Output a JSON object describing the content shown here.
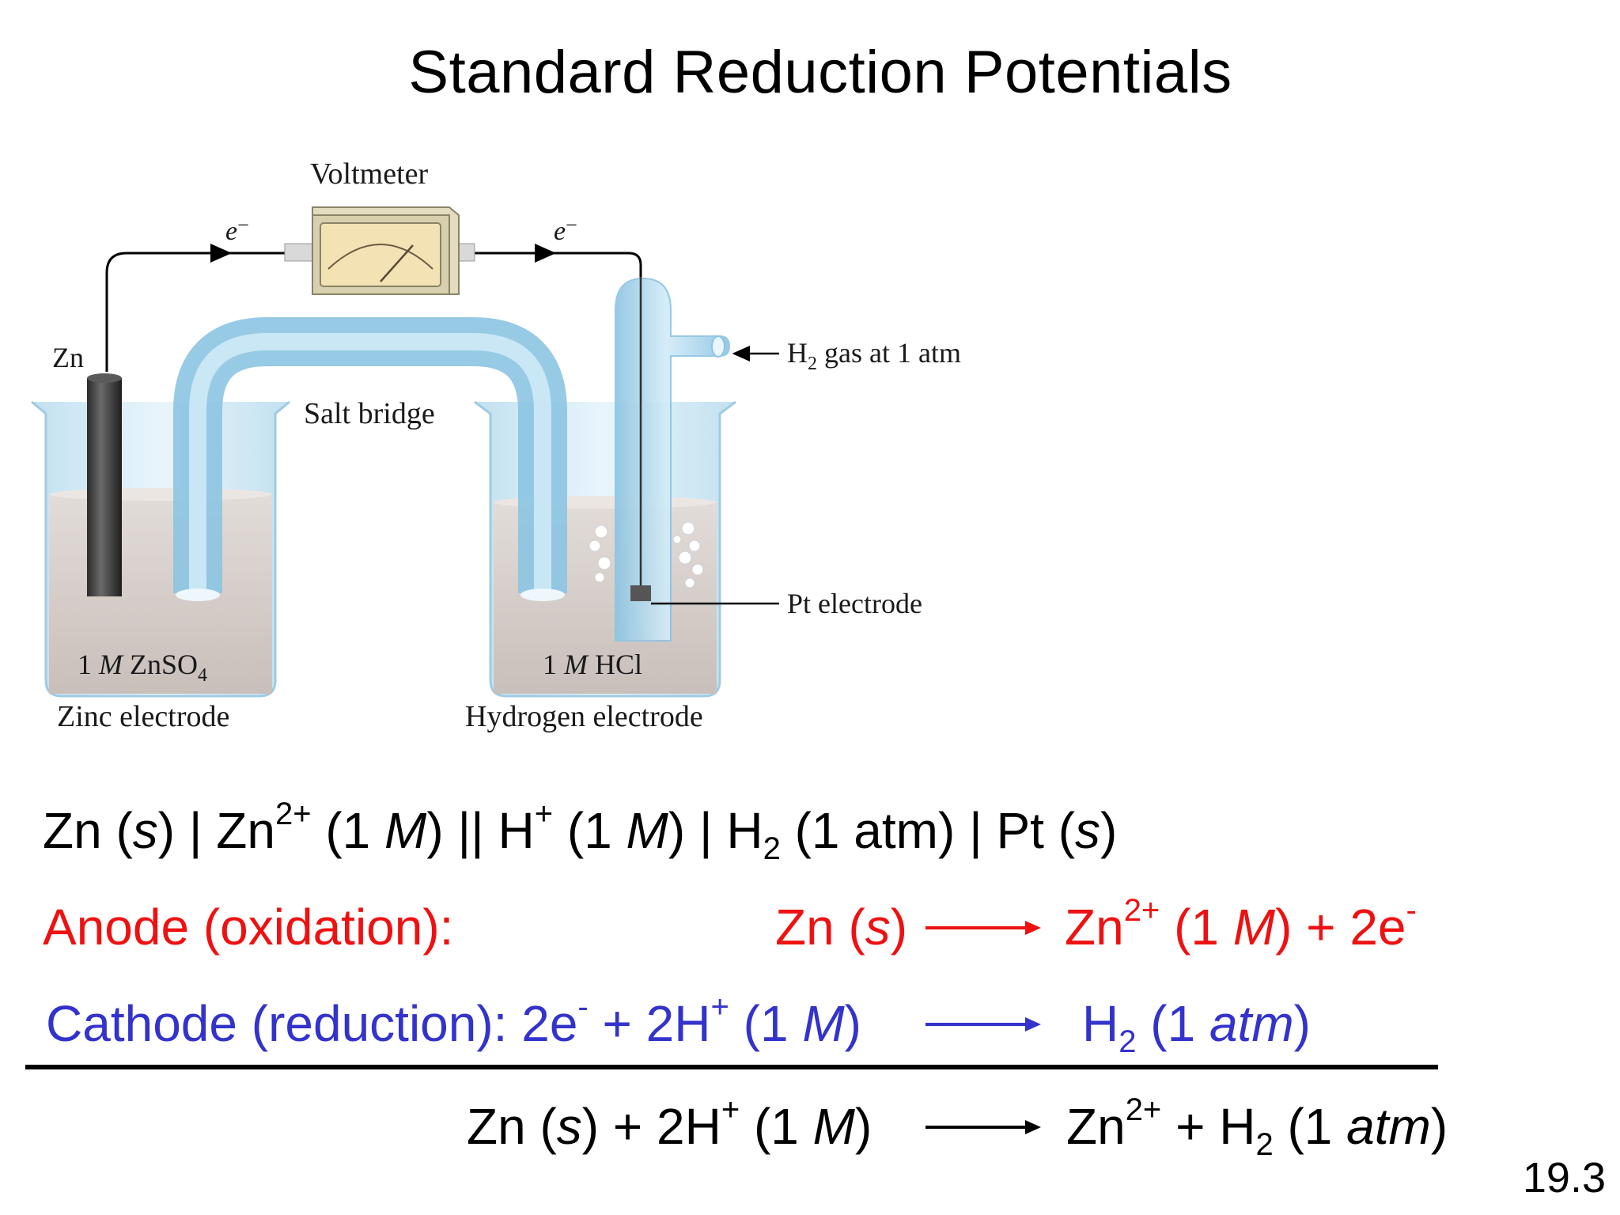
{
  "slide": {
    "title": "Standard Reduction Potentials",
    "page_number": "19.3"
  },
  "diagram": {
    "voltmeter": "Voltmeter",
    "electron": "e",
    "electron_sign": "−",
    "zn_label": "Zn",
    "h2_gas_label": "H",
    "h2_gas_sub": "2",
    "h2_gas_rest": " gas at 1 atm",
    "salt_bridge": "Salt bridge",
    "pt_electrode": "Pt electrode",
    "znso4_num": "1 ",
    "znso4_m": "M",
    "znso4_formula": " ZnSO",
    "znso4_sub": "4",
    "hcl_num": "1 ",
    "hcl_m": "M",
    "hcl_formula": " HCl",
    "zinc_electrode": "Zinc electrode",
    "hydrogen_electrode": "Hydrogen electrode"
  },
  "cell_notation": {
    "p1": "Zn (",
    "s1": "s",
    "p2": ") | Zn",
    "sup1": "2+",
    "p3": " (1 ",
    "m1": "M",
    "p4": ") || H",
    "sup2": "+",
    "p5": " (1 ",
    "m2": "M",
    "p6": ") | H",
    "sub1": "2",
    "p7": " (1 atm) | Pt (",
    "s2": "s",
    "p8": ")"
  },
  "anode": {
    "label": "Anode (oxidation):",
    "left_a": "Zn (",
    "left_s": "s",
    "left_b": ")",
    "right_a": "Zn",
    "right_sup": "2+",
    "right_b": " (1 ",
    "right_m": "M",
    "right_c": ") + 2e",
    "right_sup2": "-",
    "color": "#ee1111"
  },
  "cathode": {
    "label": "Cathode (reduction): 2e",
    "label_sup": "-",
    "left_b": " + 2H",
    "left_sup": "+",
    "left_c": " (1 ",
    "left_m": "M",
    "left_d": ")",
    "right_a": "H",
    "right_sub": "2",
    "right_b": " (1 ",
    "right_atm": "atm",
    "right_c": ")",
    "color": "#3333cc"
  },
  "overall": {
    "left_a": "Zn (",
    "left_s": "s",
    "left_b": ") + 2H",
    "left_sup": "+",
    "left_c": " (1 ",
    "left_m": "M",
    "left_d": ")",
    "right_a": "Zn",
    "right_sup": "2+",
    "right_b": " + H",
    "right_sub": "2",
    "right_c": " (1 ",
    "right_atm": "atm",
    "right_d": ")"
  }
}
